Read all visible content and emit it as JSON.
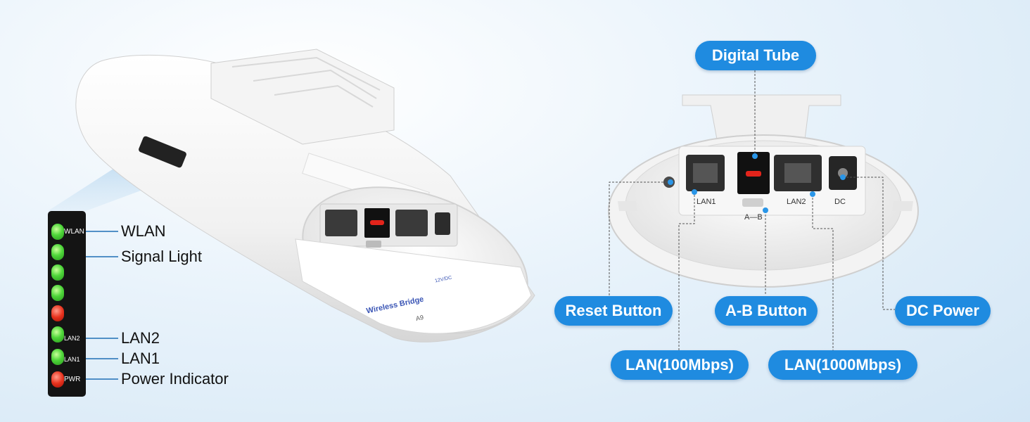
{
  "led_panel": {
    "indicators": [
      {
        "tag": "WLAN",
        "color": "#4fd63a"
      },
      {
        "tag": "",
        "color": "#4fd63a"
      },
      {
        "tag": "",
        "color": "#4fd63a"
      },
      {
        "tag": "",
        "color": "#4fd63a"
      },
      {
        "tag": "",
        "color": "#e8321d"
      },
      {
        "tag": "LAN2",
        "color": "#4fd63a"
      },
      {
        "tag": "LAN1",
        "color": "#4fd63a"
      },
      {
        "tag": "PWR",
        "color": "#e8321d"
      }
    ]
  },
  "left_callouts": {
    "wlan": "WLAN",
    "signal_light": "Signal Light",
    "lan2": "LAN2",
    "lan1": "LAN1",
    "power_indicator": "Power Indicator"
  },
  "right_callouts": {
    "digital_tube": "Digital Tube",
    "reset_button": "Reset Button",
    "ab_button": "A-B Button",
    "dc_power": "DC Power",
    "lan_100": "LAN(100Mbps)",
    "lan_1000": "LAN(1000Mbps)"
  },
  "port_labels": {
    "lan1": "LAN1",
    "lan2": "LAN2",
    "dc": "DC",
    "ab": "A—B"
  },
  "device_print": {
    "product": "Wireless Bridge",
    "model": "A9",
    "dc_voltage": "12V/DC"
  },
  "accent_color": "#1f8be0"
}
